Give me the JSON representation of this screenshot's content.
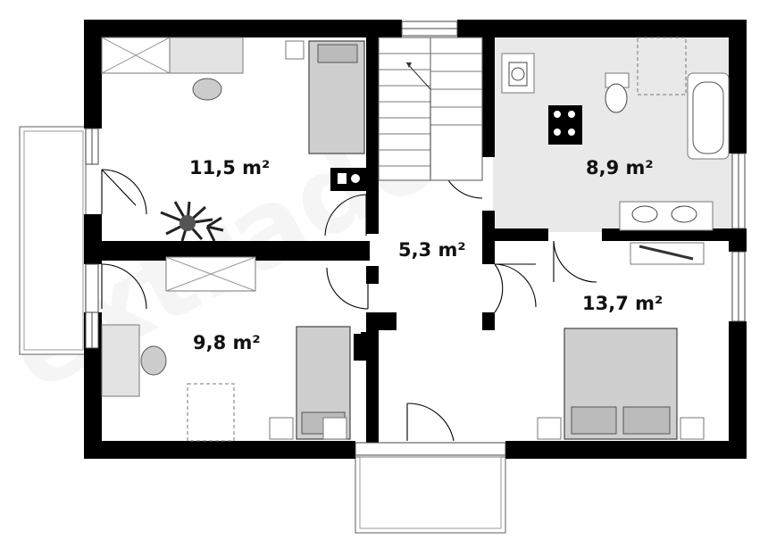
{
  "rooms": [
    {
      "id": "bedroom-north-west",
      "area": "11,5 m²"
    },
    {
      "id": "bathroom",
      "area": "8,9 m²"
    },
    {
      "id": "hall",
      "area": "5,3 m²"
    },
    {
      "id": "bedroom-south-west",
      "area": "9,8 m²"
    },
    {
      "id": "bedroom-south-east",
      "area": "13,7 m²"
    }
  ],
  "colors": {
    "wall": "#000000",
    "furniture_fill": "#d0d0d0",
    "floor_tint": "#eaeaea"
  }
}
